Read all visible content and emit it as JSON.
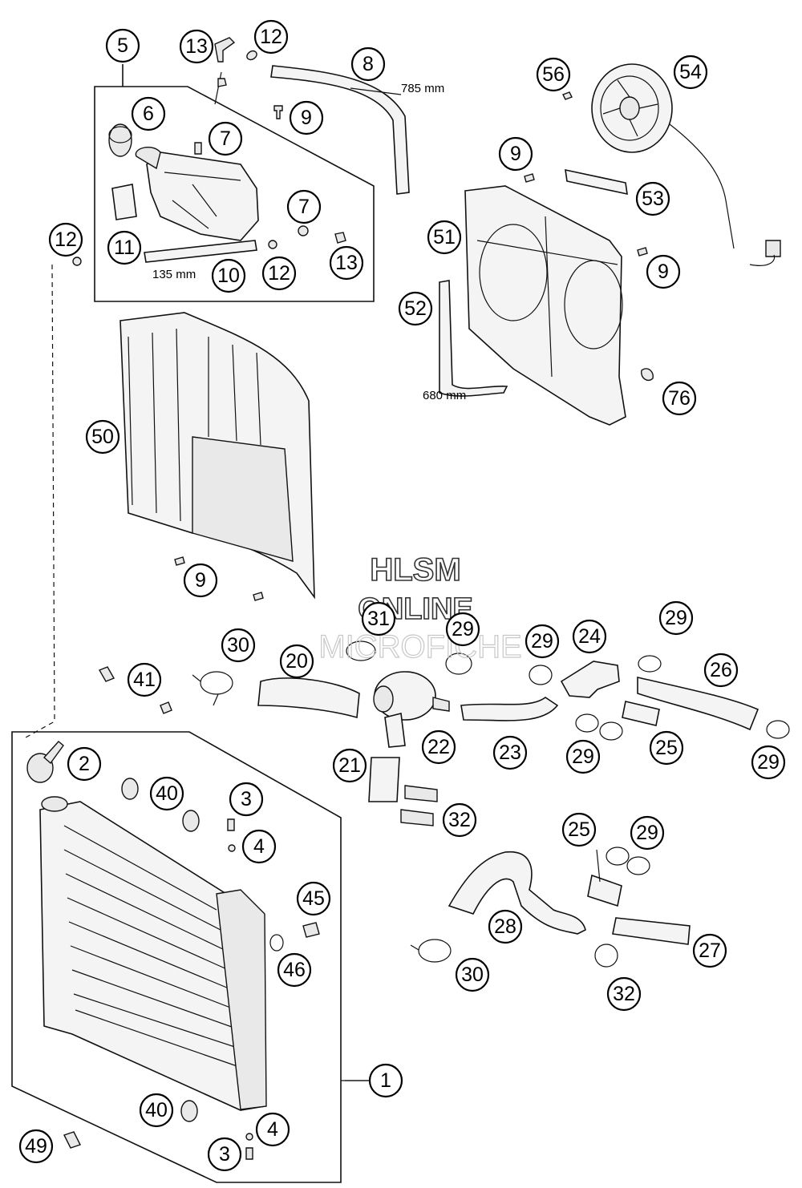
{
  "callouts": {
    "c5": "5",
    "c13a": "13",
    "c12a": "12",
    "c8": "8",
    "c6": "6",
    "c9a": "9",
    "c7a": "7",
    "c7b": "7",
    "c12b": "12",
    "c11": "11",
    "c10": "10",
    "c12c": "12",
    "c13b": "13",
    "c56": "56",
    "c54": "54",
    "c9b": "9",
    "c53": "53",
    "c51": "51",
    "c9c": "9",
    "c52": "52",
    "c76": "76",
    "c50": "50",
    "c9d": "9",
    "c30a": "30",
    "c31": "31",
    "c29a": "29",
    "c29b": "29",
    "c24": "24",
    "c29c": "29",
    "c20": "20",
    "c26": "26",
    "c41": "41",
    "c22": "22",
    "c23": "23",
    "c29d": "29",
    "c25a": "25",
    "c29e": "29",
    "c2": "2",
    "c21": "21",
    "c40a": "40",
    "c3a": "3",
    "c32a": "32",
    "c4a": "4",
    "c25b": "25",
    "c29f": "29",
    "c45": "45",
    "c28": "28",
    "c27": "27",
    "c46": "46",
    "c30b": "30",
    "c32b": "32",
    "c1": "1",
    "c40b": "40",
    "c4b": "4",
    "c49": "49",
    "c3b": "3"
  },
  "dimensions": {
    "hose_8_length": "785 mm",
    "hose_10_length": "135 mm",
    "seal_52_length": "680 mm"
  },
  "watermark": {
    "line1": "HLSM",
    "line2": "ONLINE",
    "line3": "MICROFICHE"
  },
  "colors": {
    "line": "#111111",
    "background": "#ffffff"
  }
}
